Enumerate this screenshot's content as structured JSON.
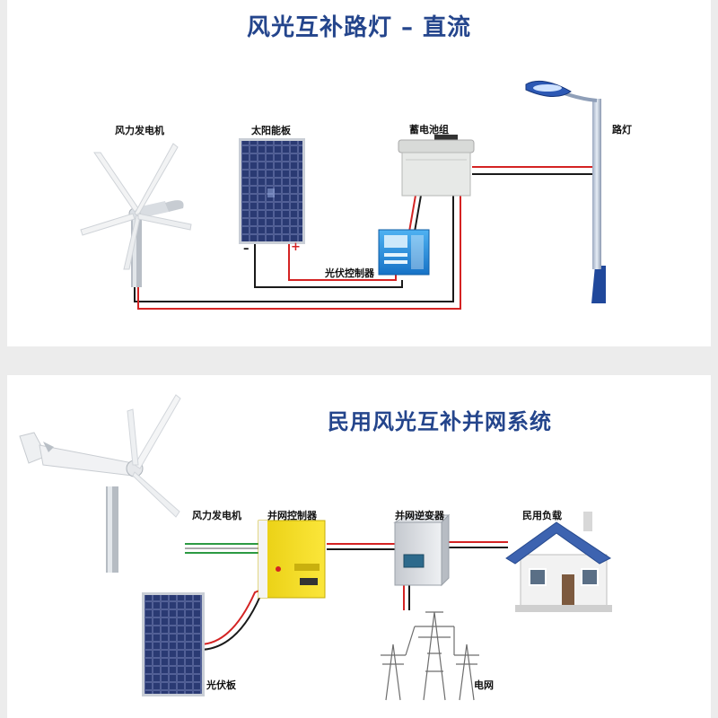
{
  "diagram_top": {
    "title": "风光互补路灯 – 直流",
    "labels": {
      "wind_turbine": "风力发电机",
      "solar_panel": "太阳能板",
      "battery": "蓄电池组",
      "street_light": "路灯",
      "pv_controller": "光伏控制器",
      "minus": "–",
      "plus": "+"
    }
  },
  "diagram_bottom": {
    "title": "民用风光互补并网系统",
    "labels": {
      "wind_turbine": "风力发电机",
      "grid_controller": "并网控制器",
      "grid_inverter": "并网逆变器",
      "household_load": "民用负载",
      "pv": "光伏板",
      "grid": "电网"
    }
  },
  "colors": {
    "title": "#24458c",
    "wire_red": "#d42323",
    "wire_black": "#1a1a1a",
    "wire_green": "#2c9a43",
    "controller_blue": "#1f8ee0",
    "controller_yellow": "#f5dc1b",
    "roof_blue": "#3d63b0"
  },
  "icons": [
    "wind-turbine-icon",
    "solar-panel-icon",
    "battery-icon",
    "street-light-icon",
    "pv-controller-icon",
    "grid-controller-icon",
    "inverter-icon",
    "house-icon",
    "power-tower-icon"
  ]
}
